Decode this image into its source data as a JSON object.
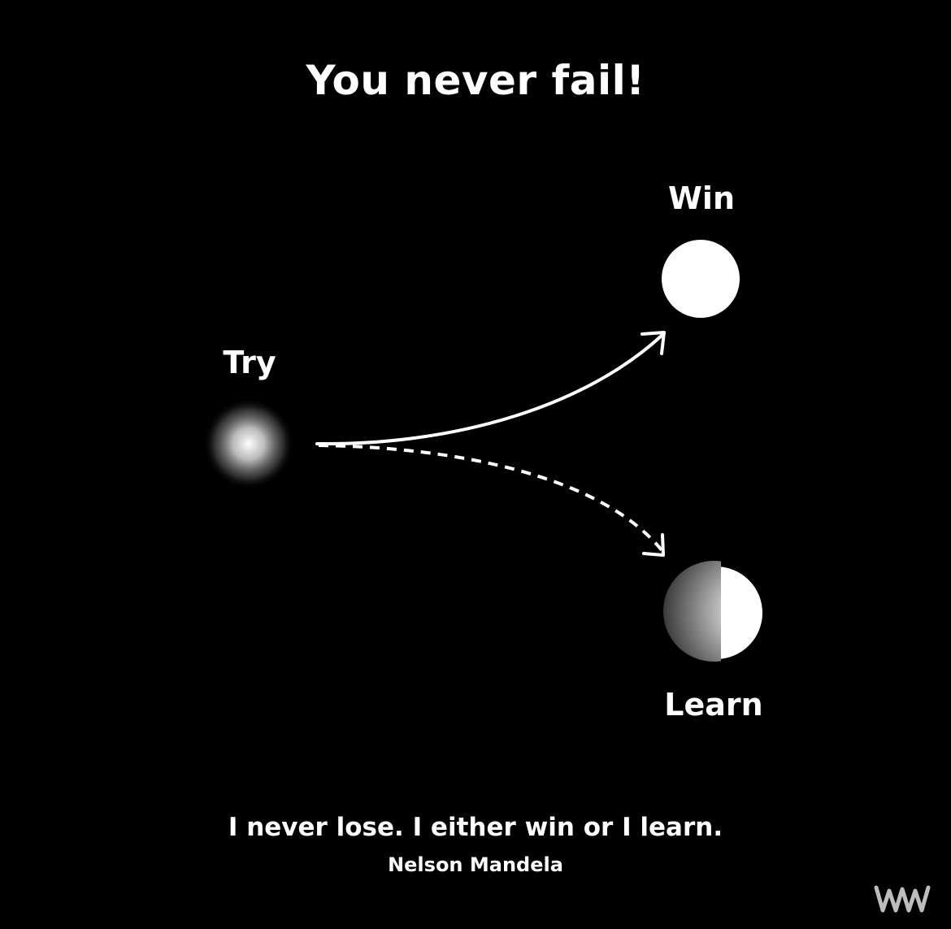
{
  "title": "You never fail!",
  "nodes": {
    "try": {
      "label": "Try"
    },
    "win": {
      "label": "Win"
    },
    "learn": {
      "label": "Learn"
    }
  },
  "edges": [
    {
      "from": "try",
      "to": "win",
      "style": "solid"
    },
    {
      "from": "try",
      "to": "learn",
      "style": "dashed"
    }
  ],
  "quote": {
    "text": "I never lose. I either win or I learn.",
    "author": "Nelson Mandela"
  },
  "colors": {
    "background": "#000000",
    "foreground": "#ffffff",
    "half_shade": "#444444"
  },
  "logo": {
    "icon": "wave-logo-icon"
  }
}
